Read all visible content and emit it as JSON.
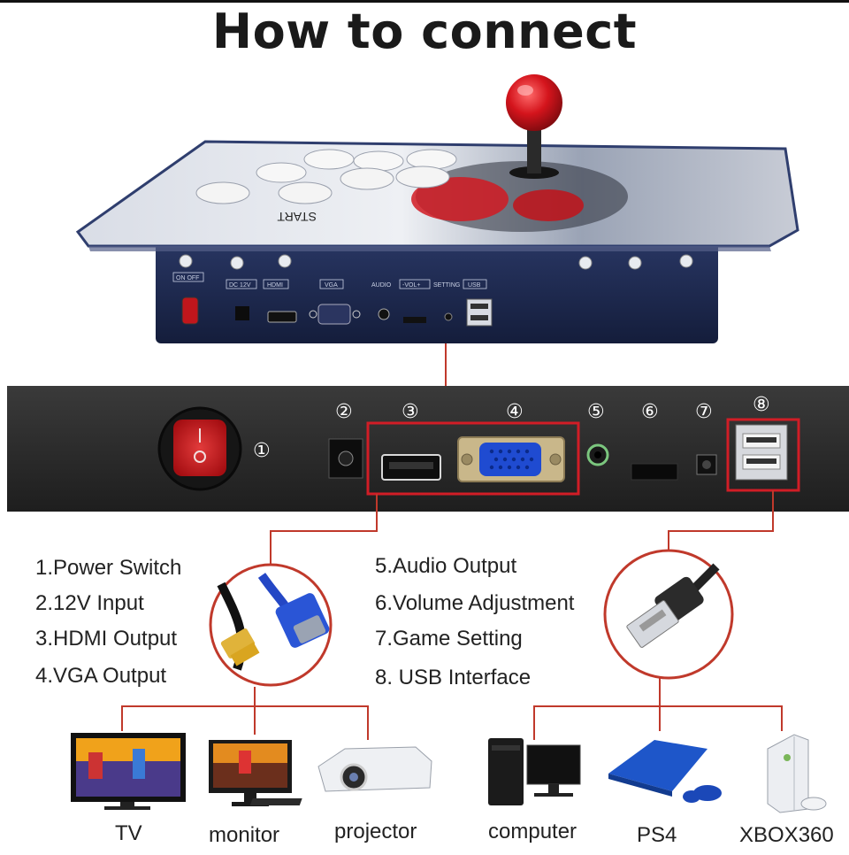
{
  "title": "How to connect",
  "panel_labels": {
    "on_off": "ON OFF",
    "dc12v": "DC 12V",
    "hdmi": "HDMI",
    "vga": "VGA",
    "audio": "AUDIO",
    "vol": "-VOL+",
    "setting": "SETTING",
    "usb": "USB",
    "start": "START"
  },
  "port_numbers": [
    "①",
    "②",
    "③",
    "④",
    "⑤",
    "⑥",
    "⑦",
    "⑧"
  ],
  "legend_left": [
    "1.Power Switch",
    "2.12V Input",
    "3.HDMI Output",
    "4.VGA Output"
  ],
  "legend_right": [
    "5.Audio Output",
    "6.Volume Adjustment",
    "7.Game Setting",
    "8. USB Interface"
  ],
  "devices": [
    "TV",
    "monitor",
    "projector",
    "computer",
    "PS4",
    "XBOX360"
  ],
  "colors": {
    "connector_line": "#c0392b",
    "panel_dark": "#2b2b2b",
    "console_body": "#1c2a52",
    "joystick_ball": "#d4141c",
    "vga_blue": "#1f4bd1"
  }
}
